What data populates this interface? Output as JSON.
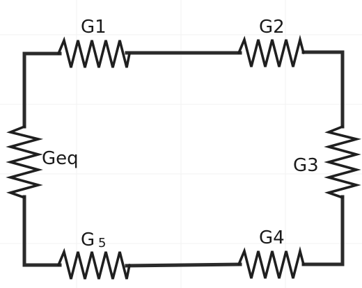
{
  "circuit": {
    "resistors": {
      "g1": "G1",
      "g2": "G2",
      "g3": "G3",
      "g4": "G4",
      "g5_main": "G",
      "g5_sub": "5",
      "geq": "Geq"
    }
  },
  "colors": {
    "wire": "#2b2b2b",
    "resistor": "#1f1f1f",
    "text": "#1a1a1a",
    "background": "#ffffff",
    "grid": "#f2f2f2"
  }
}
